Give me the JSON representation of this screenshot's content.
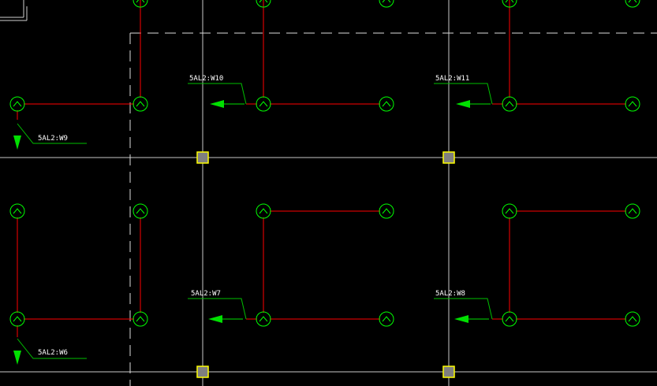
{
  "colors": {
    "background": "#000000",
    "grid_line": "#c8c8c8",
    "wire": "#ff0000",
    "fixture": "#00ff00",
    "arrow": "#00e000",
    "leader": "#00c000",
    "label_text": "#ffffff",
    "junction_fill": "#7f7f7f",
    "junction_border": "#ffff00",
    "dashed_boundary": "#dcdcdc"
  },
  "icons": {
    "fixture": "light-fixture-icon",
    "arrow": "homerun-arrow-icon",
    "junction": "junction-box-icon"
  },
  "circuit_labels": {
    "w10": "5AL2:W10",
    "w11": "5AL2:W11",
    "w9": "5AL2:W9",
    "w7": "5AL2:W7",
    "w8": "5AL2:W8",
    "w6": "5AL2:W6"
  }
}
